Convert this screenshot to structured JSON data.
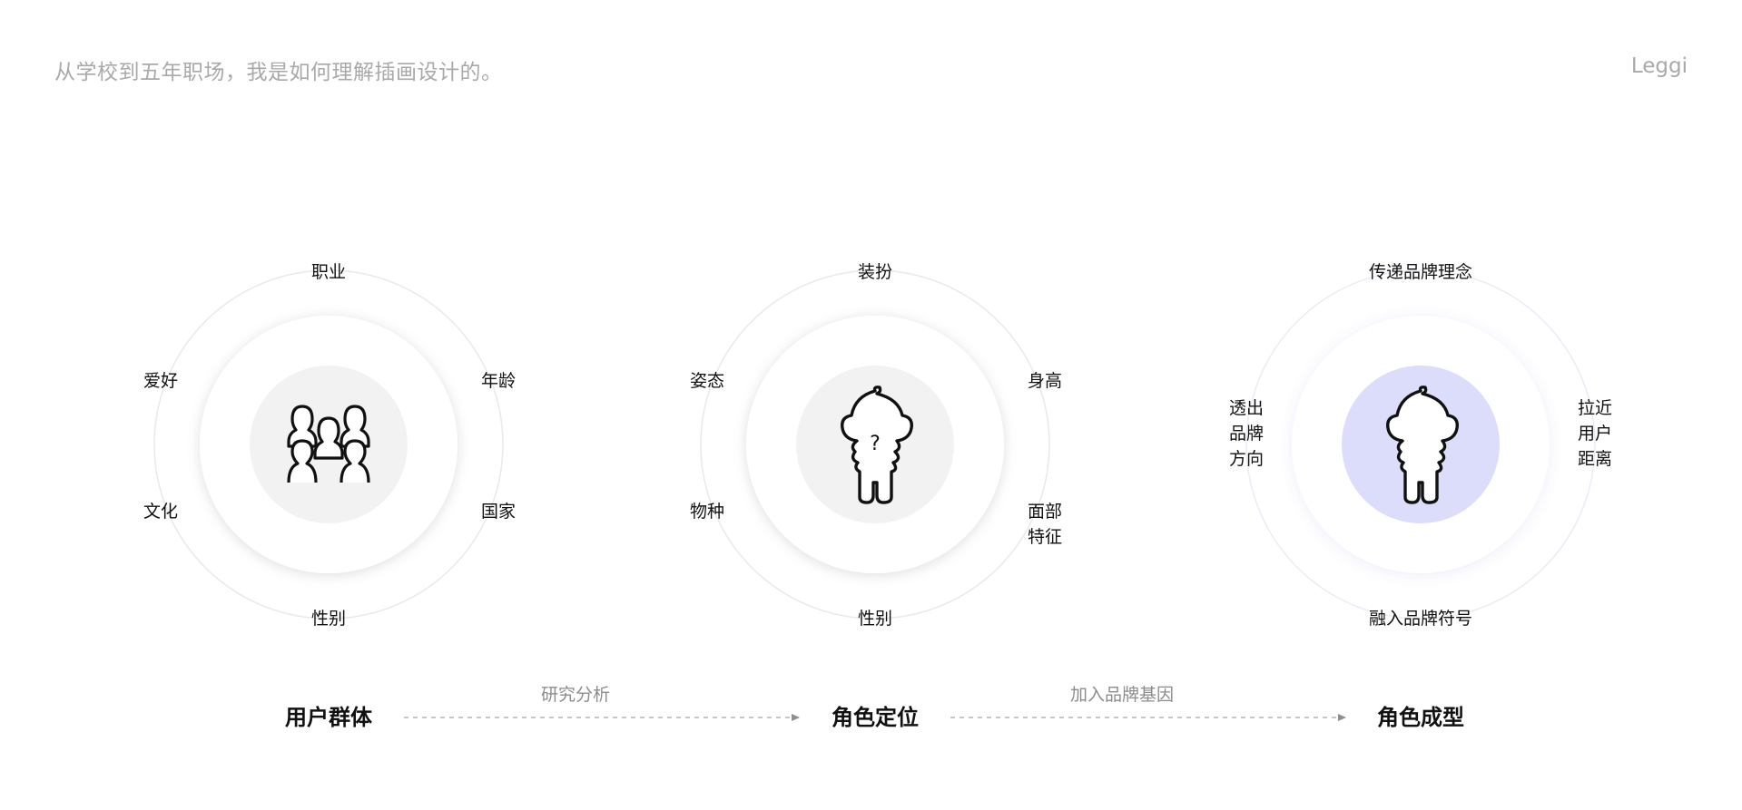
{
  "header": {
    "title": "从学校到五年职场，我是如何理解插画设计的。",
    "brand": "Leggi"
  },
  "colors": {
    "accent_circle": "#dcdcfb",
    "inner_circle": "#f2f2f2",
    "ring": "#e6e6e6",
    "arrow": "#b5b5b5"
  },
  "stages": [
    {
      "label": "用户群体",
      "icon": "user-group-icon",
      "attributes": {
        "top": "职业",
        "upper_left": "爱好",
        "upper_right": "年龄",
        "lower_left": "文化",
        "lower_right": "国家",
        "bottom": "性别"
      }
    },
    {
      "label": "角色定位",
      "icon": "character-question-icon",
      "attributes": {
        "top": "装扮",
        "upper_left": "姿态",
        "upper_right": "身高",
        "lower_left": "物种",
        "lower_right_1": "面部",
        "lower_right_2": "特征",
        "bottom": "性别"
      }
    },
    {
      "label": "角色成型",
      "icon": "character-icon",
      "attributes": {
        "top": "传递品牌理念",
        "left_1": "透出",
        "left_2": "品牌",
        "left_3": "方向",
        "right_1": "拉近",
        "right_2": "用户",
        "right_3": "距离",
        "bottom": "融入品牌符号"
      }
    }
  ],
  "arrows": [
    {
      "label": "研究分析"
    },
    {
      "label": "加入品牌基因"
    }
  ]
}
